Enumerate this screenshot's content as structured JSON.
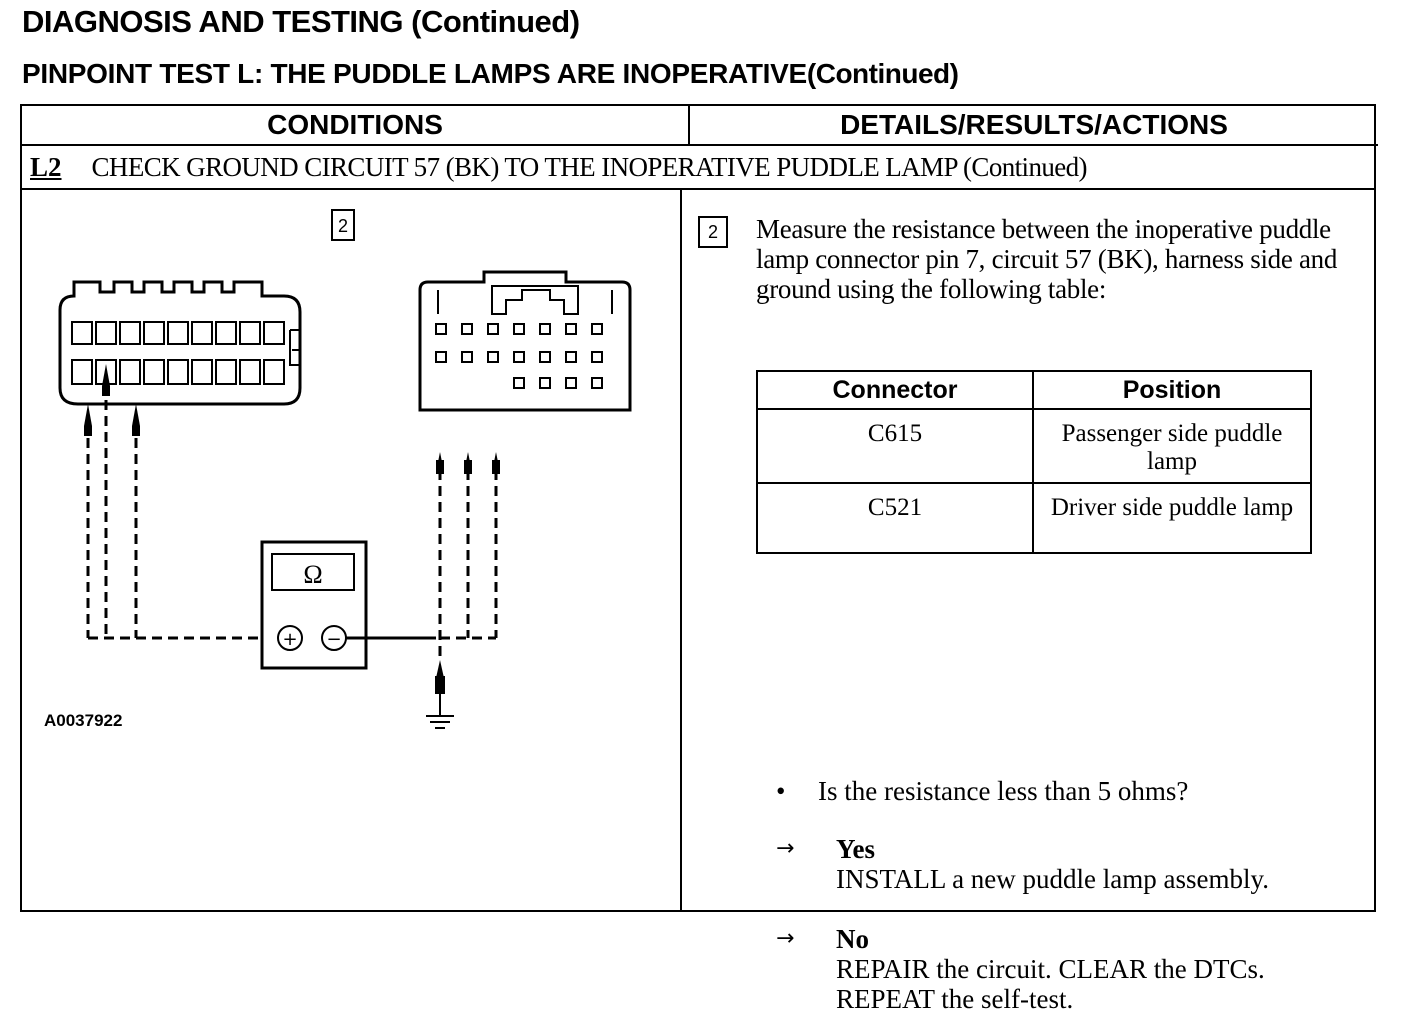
{
  "page": {
    "doc_title": "DIAGNOSIS AND TESTING (Continued)",
    "test_title_main": "PINPOINT TEST L: THE PUDDLE LAMPS ARE INOPERATIVE",
    "test_title_suffix": "(Continued)"
  },
  "table": {
    "headers": {
      "conditions": "CONDITIONS",
      "details": "DETAILS/RESULTS/ACTIONS"
    },
    "step": {
      "id": "L2",
      "text": "CHECK GROUND CIRCUIT 57 (BK) TO THE INOPERATIVE PUDDLE LAMP (Continued)"
    }
  },
  "diagram": {
    "step_number": "2",
    "meter_symbol": "Ω",
    "plus_symbol": "+",
    "minus_symbol": "−",
    "figure_id": "A0037922"
  },
  "details": {
    "step_number": "2",
    "instruction": "Measure the resistance between the inoperative puddle lamp connector pin 7, circuit 57 (BK), harness side and ground using the following table:",
    "connector_table": {
      "headers": [
        "Connector",
        "Position"
      ],
      "rows": [
        {
          "connector": "C615",
          "position": "Passenger side puddle lamp"
        },
        {
          "connector": "C521",
          "position": "Driver side puddle lamp"
        }
      ]
    },
    "bullet": "•",
    "question": "Is the resistance less than 5 ohms?",
    "results": [
      {
        "arrow": "→",
        "label": "Yes",
        "action_lines": [
          "INSTALL a new puddle lamp assembly."
        ]
      },
      {
        "arrow": "→",
        "label": "No",
        "action_lines": [
          "REPAIR the circuit. CLEAR the DTCs.",
          "REPEAT the self-test."
        ]
      }
    ]
  }
}
